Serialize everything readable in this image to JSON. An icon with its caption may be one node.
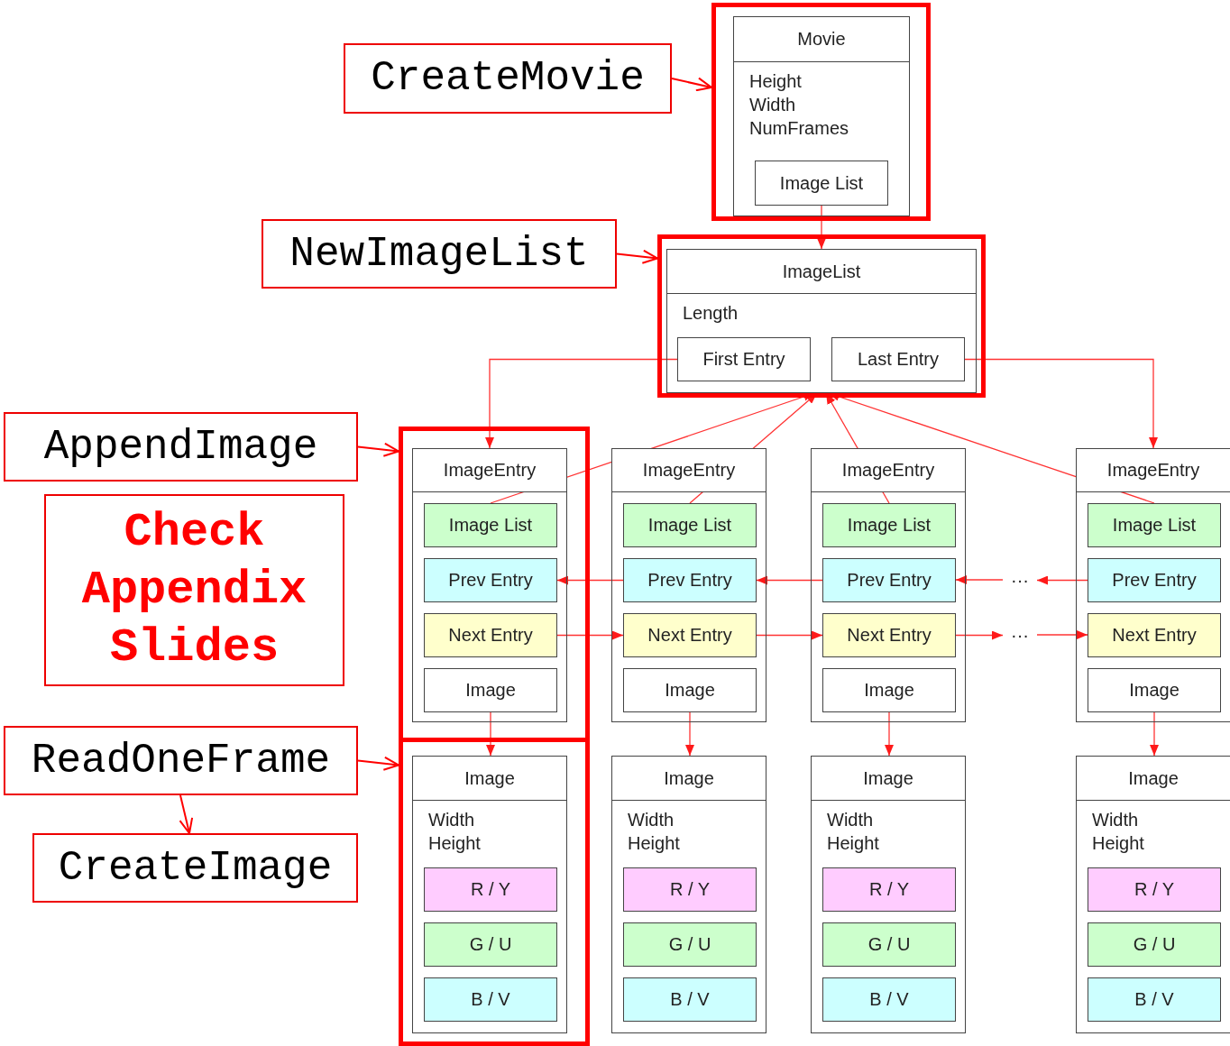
{
  "diagram": {
    "nodes": [
      {
        "text": [
          "CreateMovie"
        ]
      },
      {
        "text": [],
        "shape": "box"
      },
      {
        "text": [
          "Movie",
          "Height Width NumFrames"
        ],
        "in": 1
      },
      {
        "text": [
          "Image List"
        ],
        "in": 2
      },
      {
        "text": [
          "NewImageList"
        ]
      },
      {
        "text": [],
        "shape": "box"
      },
      {
        "text": [
          "ImageList",
          "Length"
        ],
        "in": 5
      },
      {
        "text": [
          "First Entry"
        ],
        "in": 6
      },
      {
        "text": [
          "Last Entry"
        ],
        "in": 6
      },
      {
        "text": [
          "AppendImage"
        ]
      },
      {
        "text": [],
        "shape": "box"
      },
      {
        "text": [
          "Check Appendix Slides"
        ]
      },
      {
        "text": [
          "ImageEntry"
        ],
        "in": 10
      },
      {
        "text": [
          "Image List"
        ],
        "in": 12
      },
      {
        "text": [
          "Prev Entry"
        ],
        "in": 12
      },
      {
        "text": [
          "Next Entry"
        ],
        "in": 12
      },
      {
        "text": [
          "Image"
        ],
        "in": 12
      },
      {
        "text": [
          "ImageEntry"
        ]
      },
      {
        "text": [
          "Image List"
        ],
        "in": 17
      },
      {
        "text": [
          "Prev Entry"
        ],
        "in": 17
      },
      {
        "text": [
          "Next Entry"
        ],
        "in": 17
      },
      {
        "text": [
          "Image"
        ],
        "in": 17
      },
      {
        "text": [
          "ImageEntry"
        ]
      },
      {
        "text": [
          "Image List"
        ],
        "in": 22
      },
      {
        "text": [
          "Prev Entry"
        ],
        "in": 22
      },
      {
        "text": [
          "Next Entry"
        ],
        "in": 22
      },
      {
        "text": [
          "Image"
        ],
        "in": 22
      },
      {
        "text": [
          "ImageEntry"
        ]
      },
      {
        "text": [
          "Image List"
        ],
        "in": 27
      },
      {
        "text": [
          "Prev Entry"
        ],
        "in": 27
      },
      {
        "text": [
          "Next Entry"
        ],
        "in": 27
      },
      {
        "text": [
          "Image"
        ],
        "in": 27
      },
      {
        "text": [
          "···"
        ]
      },
      {
        "text": [
          "···"
        ]
      },
      {
        "text": [
          "ReadOneFrame"
        ]
      },
      {
        "text": [
          "CreateImage"
        ]
      },
      {
        "text": [],
        "shape": "box"
      },
      {
        "text": [
          "Image",
          "Width Height"
        ],
        "in": 36
      },
      {
        "text": [
          "R / Y"
        ],
        "in": 37
      },
      {
        "text": [
          "G / U"
        ],
        "in": 37
      },
      {
        "text": [
          "B / V"
        ],
        "in": 37
      },
      {
        "text": [
          "Image",
          "Width Height"
        ]
      },
      {
        "text": [
          "R / Y"
        ],
        "in": 41
      },
      {
        "text": [
          "G / U"
        ],
        "in": 41
      },
      {
        "text": [
          "B / V"
        ],
        "in": 41
      },
      {
        "text": [
          "Image",
          "Width Height"
        ]
      },
      {
        "text": [
          "R / Y"
        ],
        "in": 45
      },
      {
        "text": [
          "G / U"
        ],
        "in": 45
      },
      {
        "text": [
          "B / V"
        ],
        "in": 45
      },
      {
        "text": [
          "Image",
          "Width Height"
        ]
      },
      {
        "text": [
          "R / Y"
        ],
        "in": 49
      },
      {
        "text": [
          "G / U"
        ],
        "in": 49
      },
      {
        "text": [
          "B / V"
        ],
        "in": 49
      }
    ],
    "edges": [
      {
        "from": 0,
        "to": 1,
        "arrow": "to"
      },
      {
        "from": 3,
        "to": 6,
        "arrow": "to"
      },
      {
        "from": 4,
        "to": 5,
        "arrow": "to"
      },
      {
        "from": 7,
        "to": 12,
        "arrow": "to"
      },
      {
        "from": 8,
        "to": 27,
        "arrow": "to"
      },
      {
        "from": 13,
        "to": 6,
        "arrow": "to"
      },
      {
        "from": 18,
        "to": 6,
        "arrow": "to"
      },
      {
        "from": 23,
        "to": 6,
        "arrow": "to"
      },
      {
        "from": 28,
        "to": 6,
        "arrow": "to"
      },
      {
        "from": 19,
        "to": 14,
        "arrow": "to"
      },
      {
        "from": 24,
        "to": 19,
        "arrow": "to"
      },
      {
        "from": 29,
        "to": 32,
        "arrow": "to"
      },
      {
        "from": 32,
        "to": 24,
        "arrow": "to"
      },
      {
        "from": 15,
        "to": 20,
        "arrow": "to"
      },
      {
        "from": 20,
        "to": 25,
        "arrow": "to"
      },
      {
        "from": 25,
        "to": 33,
        "arrow": "to"
      },
      {
        "from": 33,
        "to": 30,
        "arrow": "to"
      },
      {
        "from": 16,
        "to": 37,
        "arrow": "to"
      },
      {
        "from": 21,
        "to": 41,
        "arrow": "to"
      },
      {
        "from": 26,
        "to": 45,
        "arrow": "to"
      },
      {
        "from": 31,
        "to": 49,
        "arrow": "to"
      },
      {
        "from": 9,
        "to": 10,
        "arrow": "to"
      },
      {
        "from": 34,
        "to": 36,
        "arrow": "to"
      },
      {
        "from": 34,
        "to": 35,
        "arrow": "to"
      }
    ]
  }
}
